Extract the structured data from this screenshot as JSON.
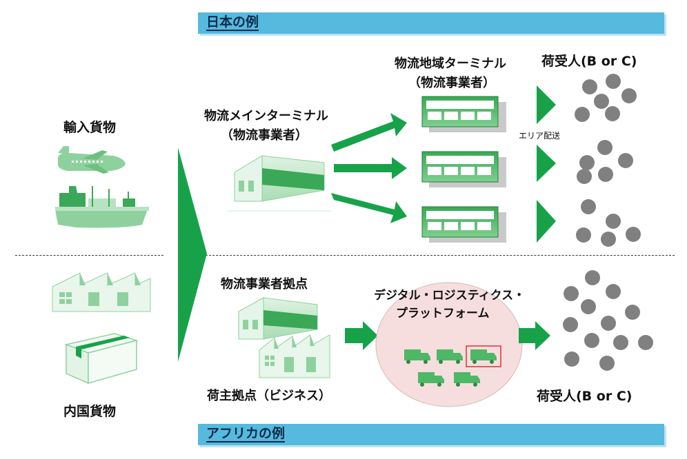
{
  "banners": {
    "japan": "日本の例",
    "africa": "アフリカの例"
  },
  "left": {
    "imports": "輸入貨物",
    "domestic": "内国貨物"
  },
  "main_terminal": {
    "line1": "物流メインターミナル",
    "line2": "（物流事業者）"
  },
  "regional_terminal": {
    "line1": "物流地域ターミナル",
    "line2": "（物流事業者）"
  },
  "recipient_top": "荷受人(B or C)",
  "recipient_bottom": "荷受人(B or C)",
  "area_delivery": "エリア配送",
  "operator_base": "物流事業者拠点",
  "shipper_base": "荷主拠点（ビジネス）",
  "platform": {
    "line1": "デジタル・ロジスティクス・",
    "line2": "プラットフォーム"
  },
  "colors": {
    "green": "#17a24a",
    "light_green": "#8fd19e",
    "banner": "#56b9de",
    "dot": "#808080",
    "platform_bg": "#f6dede",
    "highlight": "#e03030"
  }
}
